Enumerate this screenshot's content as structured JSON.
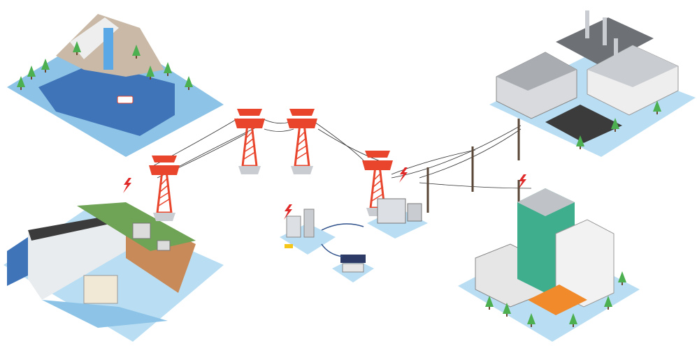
{
  "scene": {
    "elements": [
      "hydro-reservoir",
      "hydro-dam",
      "transmission-towers",
      "substation",
      "control-room",
      "step-down-transformer",
      "distribution-poles",
      "industrial-factory",
      "urban-buildings"
    ],
    "icons": [
      "lightning-bolt-icon"
    ]
  },
  "colors": {
    "water": "#3f74b8",
    "water_light": "#8cc3e6",
    "ground_base": "#b9def3",
    "tower_red": "#e8452c",
    "tower_steel": "#c9ccd0",
    "bolt_red": "#e02a2a",
    "tree_green": "#4caf50",
    "green_building": "#3fae8c",
    "roof_orange": "#f08a2b",
    "road": "#3b3b3b",
    "cliff_brown": "#c98a5a",
    "grass": "#6fa356",
    "line": "#333333"
  }
}
